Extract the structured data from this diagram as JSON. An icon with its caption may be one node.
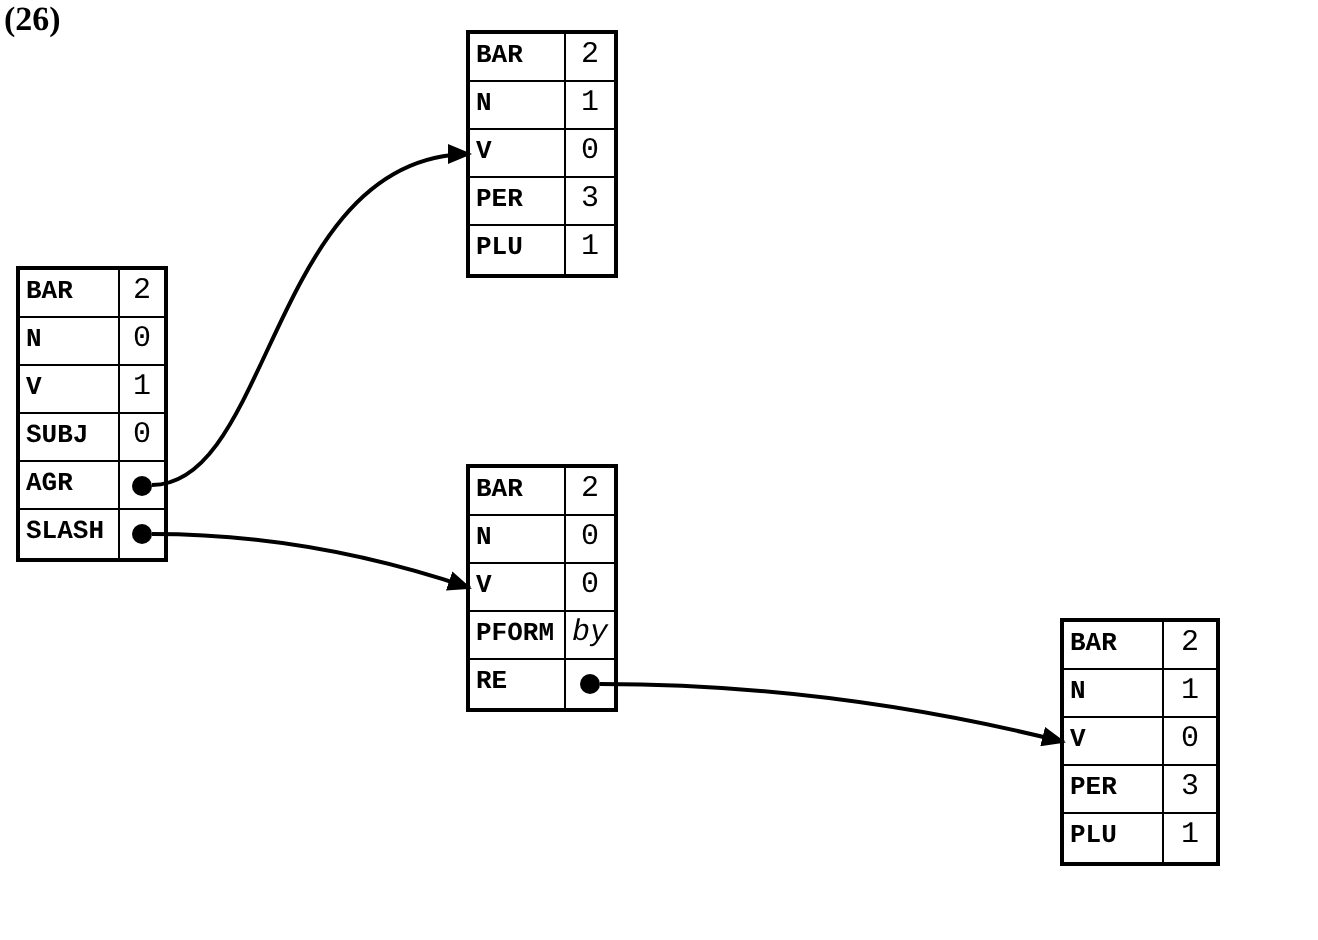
{
  "diagram": {
    "title": "(26)",
    "nodes": [
      {
        "text": [],
        "shape": "box"
      },
      {
        "text": [
          "BAR",
          "2"
        ],
        "in": 0
      },
      {
        "text": [
          "N",
          "0"
        ],
        "in": 0
      },
      {
        "text": [
          "V",
          "1"
        ],
        "in": 0
      },
      {
        "text": [
          "SUBJ",
          "0"
        ],
        "in": 0
      },
      {
        "text": [
          "AGR"
        ],
        "in": 0
      },
      {
        "text": [],
        "shape": "circle",
        "in": 5
      },
      {
        "text": [
          "SLASH"
        ],
        "in": 0
      },
      {
        "text": [],
        "shape": "circle",
        "in": 7
      },
      {
        "text": [],
        "shape": "box"
      },
      {
        "text": [
          "BAR",
          "2"
        ],
        "in": 9
      },
      {
        "text": [
          "N",
          "1"
        ],
        "in": 9
      },
      {
        "text": [
          "V",
          "0"
        ],
        "in": 9
      },
      {
        "text": [
          "PER",
          "3"
        ],
        "in": 9
      },
      {
        "text": [
          "PLU",
          "1"
        ],
        "in": 9
      },
      {
        "text": [],
        "shape": "box"
      },
      {
        "text": [
          "BAR",
          "2"
        ],
        "in": 15
      },
      {
        "text": [
          "N",
          "0"
        ],
        "in": 15
      },
      {
        "text": [
          "V",
          "0"
        ],
        "in": 15
      },
      {
        "text": [
          "PFORM",
          "*by*"
        ],
        "in": 15
      },
      {
        "text": [
          "RE"
        ],
        "in": 15
      },
      {
        "text": [],
        "shape": "circle",
        "in": 20
      },
      {
        "text": [],
        "shape": "box"
      },
      {
        "text": [
          "BAR",
          "2"
        ],
        "in": 22
      },
      {
        "text": [
          "N",
          "1"
        ],
        "in": 22
      },
      {
        "text": [
          "V",
          "0"
        ],
        "in": 22
      },
      {
        "text": [
          "PER",
          "3"
        ],
        "in": 22
      },
      {
        "text": [
          "PLU",
          "1"
        ],
        "in": 22
      }
    ],
    "edges": [
      {
        "from": 6,
        "to": 12,
        "arrow": "to"
      },
      {
        "from": 8,
        "to": 18,
        "arrow": "to"
      },
      {
        "from": 21,
        "to": 25,
        "arrow": "to"
      }
    ]
  }
}
